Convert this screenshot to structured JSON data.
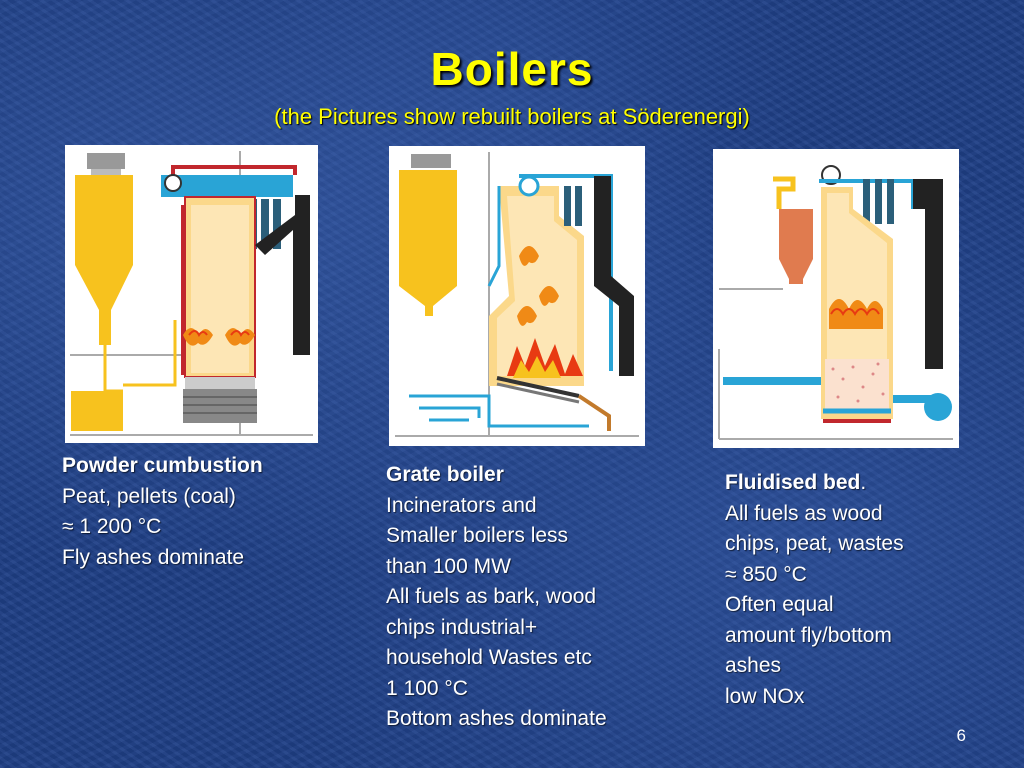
{
  "slide": {
    "title": "Boilers",
    "subtitle": "(the Pictures show rebuilt  boilers at Söderenergi)",
    "page_number": "6"
  },
  "powder": {
    "heading": "Powder cumbustion",
    "lines": [
      "Peat, pellets (coal)",
      "≈ 1 200 °C",
      "Fly ashes dominate"
    ]
  },
  "grate": {
    "heading": "Grate boiler",
    "lines": [
      "Incinerators and",
      "Smaller boilers  less",
      "than 100 MW",
      "All fuels as bark, wood",
      "chips industrial+",
      "household Wastes etc",
      "1 100 °C",
      "Bottom ashes dominate"
    ]
  },
  "fluid": {
    "heading": "Fluidised bed",
    "heading_suffix": ".",
    "lines": [
      "All fuels as  wood",
      "chips, peat, wastes",
      "≈ 850 °C",
      "Often equal",
      "amount fly/bottom",
      "ashes",
      "low NOx"
    ]
  },
  "colors": {
    "background": "#1f3f86",
    "title": "#ffff00",
    "fuel_yellow": "#f7c21e",
    "pipe_blue": "#29a4d6",
    "flame_orange": "#f08a16"
  }
}
